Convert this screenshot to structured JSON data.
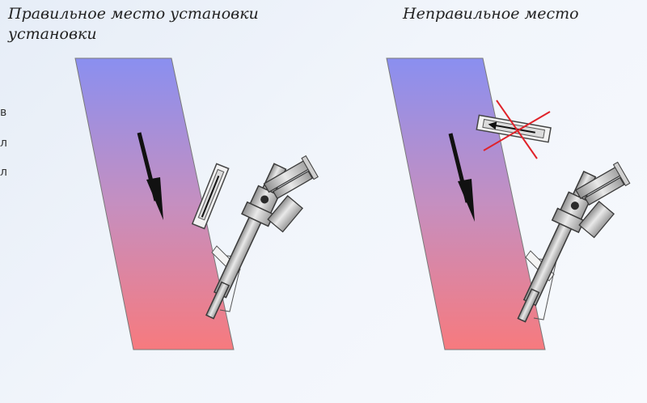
{
  "captions": {
    "correct_line1": "Правильное место установки",
    "correct_line2": "установки",
    "incorrect": "Неправильное место"
  },
  "edge_glyphs": [
    "в",
    "л",
    "л"
  ],
  "colors": {
    "pipe_top": "#8a8ff0",
    "pipe_bottom": "#f77a7e",
    "arrow": "#111111",
    "cross": "#e0222a",
    "sensor_body": "#bfbfbf",
    "sensor_outline": "#3a3a3a"
  },
  "icons": {
    "flow_arrow": "down-arrow",
    "wrong_mark": "red-cross"
  }
}
